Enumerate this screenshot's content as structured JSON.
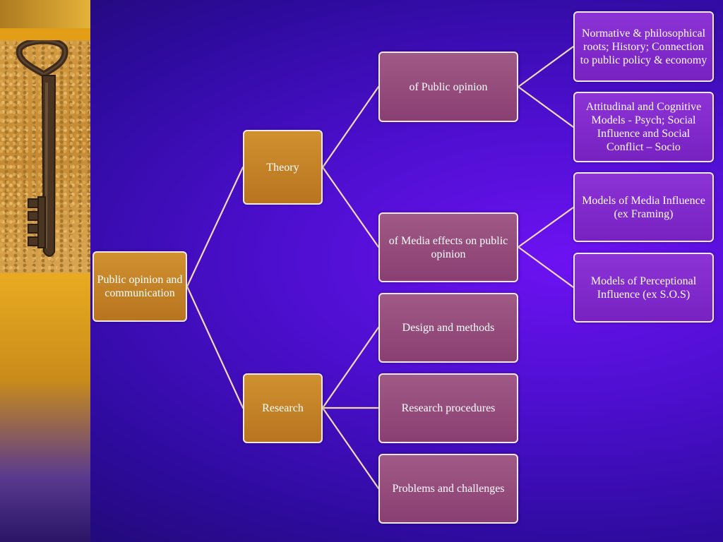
{
  "diagram": {
    "root": "Public opinion and communication",
    "level1": [
      "Theory",
      "Research"
    ],
    "theory_children": [
      "of Public opinion",
      "of Media effects on public opinion"
    ],
    "research_children": [
      "Design and methods",
      "Research procedures",
      "Problems and challenges"
    ],
    "public_opinion_children": [
      "Normative & philosophical roots; History; Connection to public policy & economy",
      "Attitudinal and Cognitive Models - Psych; Social Influence and Social Conflict – Socio"
    ],
    "media_effects_children": [
      "Models of Media Influence (ex Framing)",
      "Models of Perceptional Influence (ex S.O.S)"
    ]
  },
  "colors": {
    "background": "#4e0fd0",
    "gold_node": "#c6842a",
    "rose_node": "#94497a",
    "violet_node": "#8428cc",
    "connector": "#f3d9b0"
  },
  "icons": {
    "photo": "key-icon"
  }
}
